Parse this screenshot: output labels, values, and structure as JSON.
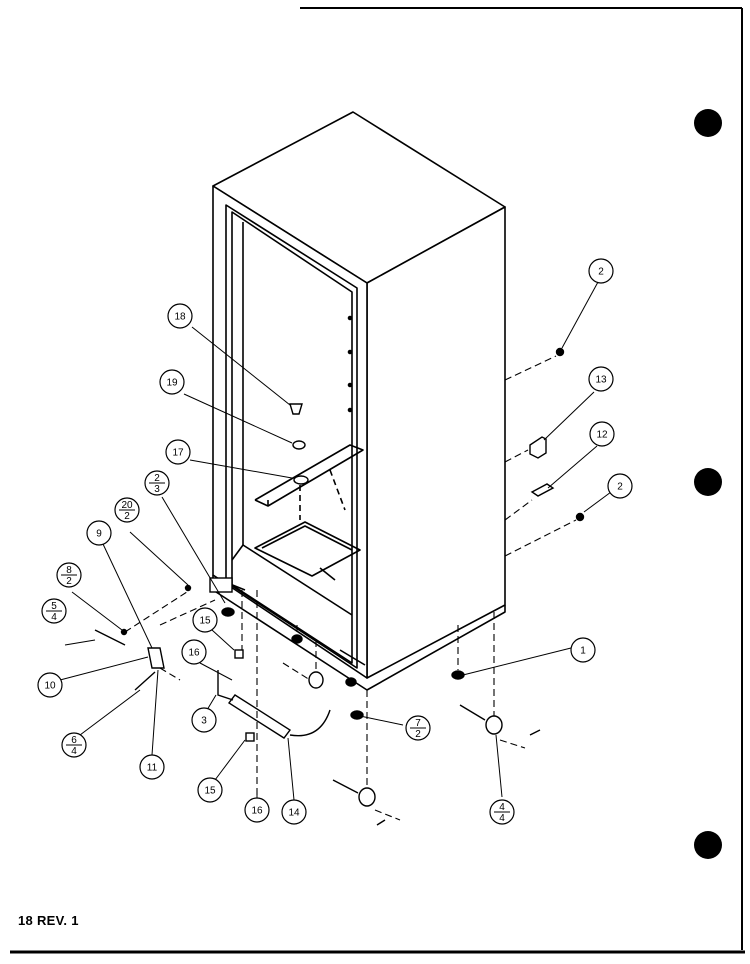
{
  "diagram": {
    "revision_label": "18 REV. 1",
    "callouts": [
      {
        "id": "c-2-top",
        "lines": [
          "2"
        ]
      },
      {
        "id": "c-13",
        "lines": [
          "13"
        ]
      },
      {
        "id": "c-12",
        "lines": [
          "12"
        ]
      },
      {
        "id": "c-2-mid",
        "lines": [
          "2"
        ]
      },
      {
        "id": "c-18",
        "lines": [
          "18"
        ]
      },
      {
        "id": "c-19",
        "lines": [
          "19"
        ]
      },
      {
        "id": "c-17",
        "lines": [
          "17"
        ]
      },
      {
        "id": "c-2-3",
        "lines": [
          "2",
          "3"
        ]
      },
      {
        "id": "c-20-2",
        "lines": [
          "20",
          "2"
        ]
      },
      {
        "id": "c-9",
        "lines": [
          "9"
        ]
      },
      {
        "id": "c-8-2",
        "lines": [
          "8",
          "2"
        ]
      },
      {
        "id": "c-5-4",
        "lines": [
          "5",
          "4"
        ]
      },
      {
        "id": "c-10",
        "lines": [
          "10"
        ]
      },
      {
        "id": "c-6-4",
        "lines": [
          "6",
          "4"
        ]
      },
      {
        "id": "c-11",
        "lines": [
          "11"
        ]
      },
      {
        "id": "c-15-top",
        "lines": [
          "15"
        ]
      },
      {
        "id": "c-16-top",
        "lines": [
          "16"
        ]
      },
      {
        "id": "c-3",
        "lines": [
          "3"
        ]
      },
      {
        "id": "c-15-bot",
        "lines": [
          "15"
        ]
      },
      {
        "id": "c-16-bot",
        "lines": [
          "16"
        ]
      },
      {
        "id": "c-14",
        "lines": [
          "14"
        ]
      },
      {
        "id": "c-7-2",
        "lines": [
          "7",
          "2"
        ]
      },
      {
        "id": "c-1",
        "lines": [
          "1"
        ]
      },
      {
        "id": "c-4-4",
        "lines": [
          "4",
          "4"
        ]
      }
    ]
  }
}
